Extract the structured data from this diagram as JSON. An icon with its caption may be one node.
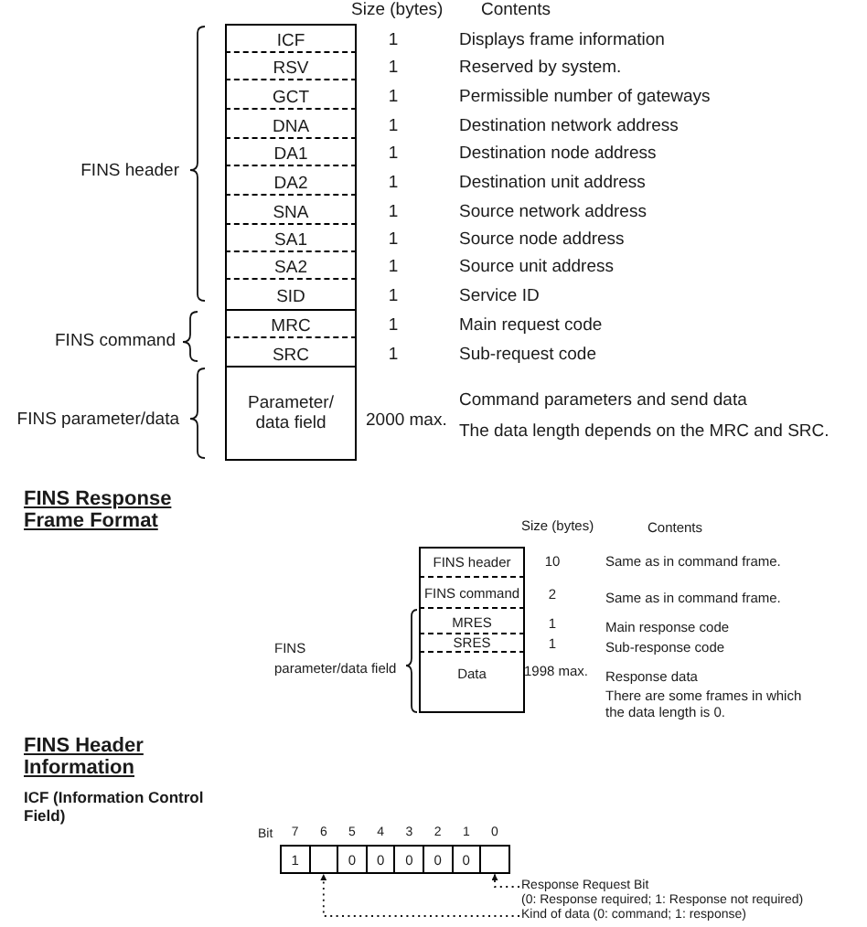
{
  "diagram": {
    "nodes": [
      {
        "text": [
          "ICF"
        ],
        "beside": [
          "1",
          "Displays frame information"
        ]
      },
      {
        "text": [
          "RSV"
        ],
        "beside": [
          "1",
          "Reserved by system."
        ]
      },
      {
        "text": [
          "GCT"
        ],
        "beside": [
          "1",
          "Permissible number of gateways"
        ]
      },
      {
        "text": [
          "DNA"
        ],
        "beside": [
          "1",
          "Destination network address"
        ]
      },
      {
        "text": [
          "DA1"
        ],
        "beside": [
          "1",
          "Destination node address"
        ]
      },
      {
        "text": [
          "DA2"
        ],
        "beside": [
          "1",
          "Destination unit address"
        ]
      },
      {
        "text": [
          "SNA"
        ],
        "beside": [
          "1",
          "Source network address"
        ]
      },
      {
        "text": [
          "SA1"
        ],
        "beside": [
          "1",
          "Source node address"
        ]
      },
      {
        "text": [
          "SA2"
        ],
        "beside": [
          "1",
          "Source unit address"
        ]
      },
      {
        "text": [
          "SID"
        ],
        "beside": [
          "1",
          "Service ID"
        ]
      },
      {
        "text": [
          "MRC"
        ],
        "beside": [
          "1",
          "Main request code"
        ]
      },
      {
        "text": [
          "SRC"
        ],
        "beside": [
          "1",
          "Sub-request code"
        ]
      },
      {
        "text": [
          "Parameter/ data field"
        ],
        "beside": [
          "2000 max.",
          "Command parameters and send data",
          "The data length depends on the MRC and SRC."
        ]
      },
      {
        "text": [
          "FINS header"
        ],
        "beside": [
          "10",
          "Same as in command frame."
        ]
      },
      {
        "text": [
          "FINS command"
        ],
        "beside": [
          "2",
          "Same as in command frame."
        ]
      },
      {
        "text": [
          "MRES"
        ],
        "beside": [
          "1",
          "Main response code"
        ]
      },
      {
        "text": [
          "SRES"
        ],
        "beside": [
          "1",
          "Sub-response code"
        ]
      },
      {
        "text": [
          "Data"
        ],
        "beside": [
          "1998 max.",
          "Response data",
          "There are some frames in which the data length is 0."
        ]
      },
      {
        "text": [
          "1"
        ],
        "beside": [
          "7"
        ]
      },
      {
        "text": [],
        "shape": "box",
        "beside": [
          "6"
        ]
      },
      {
        "text": [
          "0"
        ],
        "beside": [
          "5"
        ]
      },
      {
        "text": [
          "0"
        ],
        "beside": [
          "4"
        ]
      },
      {
        "text": [
          "0"
        ],
        "beside": [
          "3"
        ]
      },
      {
        "text": [
          "0"
        ],
        "beside": [
          "2"
        ]
      },
      {
        "text": [
          "0"
        ],
        "beside": [
          "1"
        ]
      },
      {
        "text": [],
        "shape": "box",
        "beside": [
          "0"
        ]
      },
      {
        "text": [
          "Response Request Bit",
          "(0: Response required; 1: Response not required)"
        ]
      },
      {
        "text": [
          "Kind of data (0: command; 1: response)"
        ]
      }
    ],
    "edges": [
      {
        "from": 26,
        "to": 25,
        "arrow": "to",
        "style": "dashed"
      },
      {
        "from": 27,
        "to": 19,
        "arrow": "to",
        "style": "dashed"
      }
    ],
    "labels": [
      "Size (bytes)",
      "Contents",
      "FINS header",
      "FINS command",
      "FINS parameter/data",
      "FINS Response Frame Format",
      "Size (bytes)",
      "Contents",
      "FINS parameter/data field",
      "FINS Header Information",
      "ICF (Information Control Field)",
      "Bit"
    ]
  }
}
